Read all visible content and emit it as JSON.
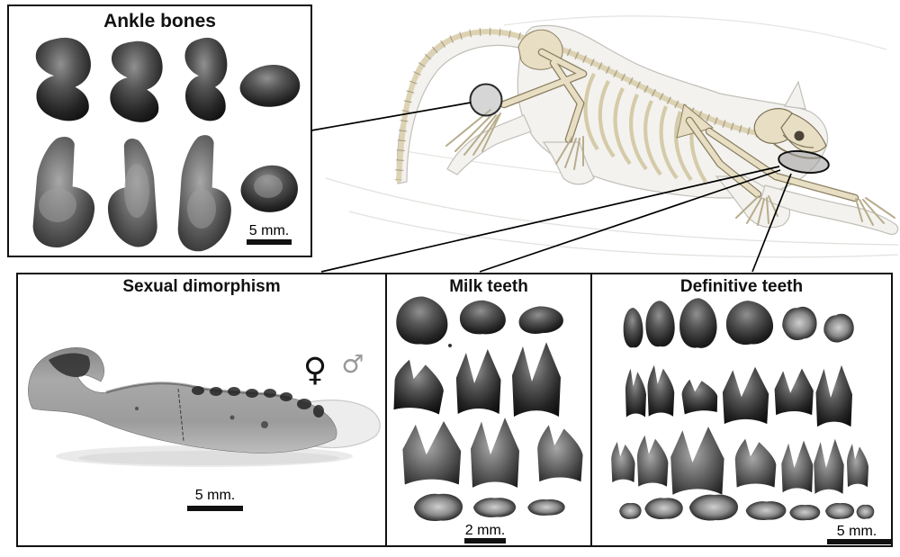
{
  "panels": {
    "ankle_bones": {
      "title": "Ankle bones",
      "scale_label": "5 mm.",
      "specimen_rows": [
        {
          "label": "upper-row-bones",
          "count": 4
        },
        {
          "label": "lower-row-bones",
          "count": 4
        }
      ]
    },
    "sexual_dimorphism": {
      "title": "Sexual dimorphism",
      "female_symbol": "♀",
      "male_symbol": "♂",
      "scale_label": "5 mm."
    },
    "milk_teeth": {
      "title": "Milk teeth",
      "scale_label": "2 mm.",
      "specimen_rows": [
        {
          "label": "row-1",
          "count": 3
        },
        {
          "label": "row-2",
          "count": 3
        },
        {
          "label": "row-3",
          "count": 3
        },
        {
          "label": "row-4",
          "count": 3
        }
      ]
    },
    "definitive_teeth": {
      "title": "Definitive teeth",
      "scale_label": "5 mm.",
      "specimen_rows": [
        {
          "label": "row-1",
          "count": 6
        },
        {
          "label": "row-2",
          "count": 6
        },
        {
          "label": "row-3",
          "count": 7
        },
        {
          "label": "row-4",
          "count": 7
        }
      ]
    }
  },
  "illustration": {
    "name": "skeletal-reconstruction",
    "highlighted_regions": [
      "ankle",
      "jaw"
    ]
  },
  "colors": {
    "panel_border": "#111111",
    "specimen_dark": "#1e1e1e",
    "bone_beige": "#e7dec3",
    "body_silhouette": "#f3f2ef",
    "female_symbol": "#111111",
    "male_symbol": "#9a9a9a",
    "connector_line": "#000000"
  }
}
